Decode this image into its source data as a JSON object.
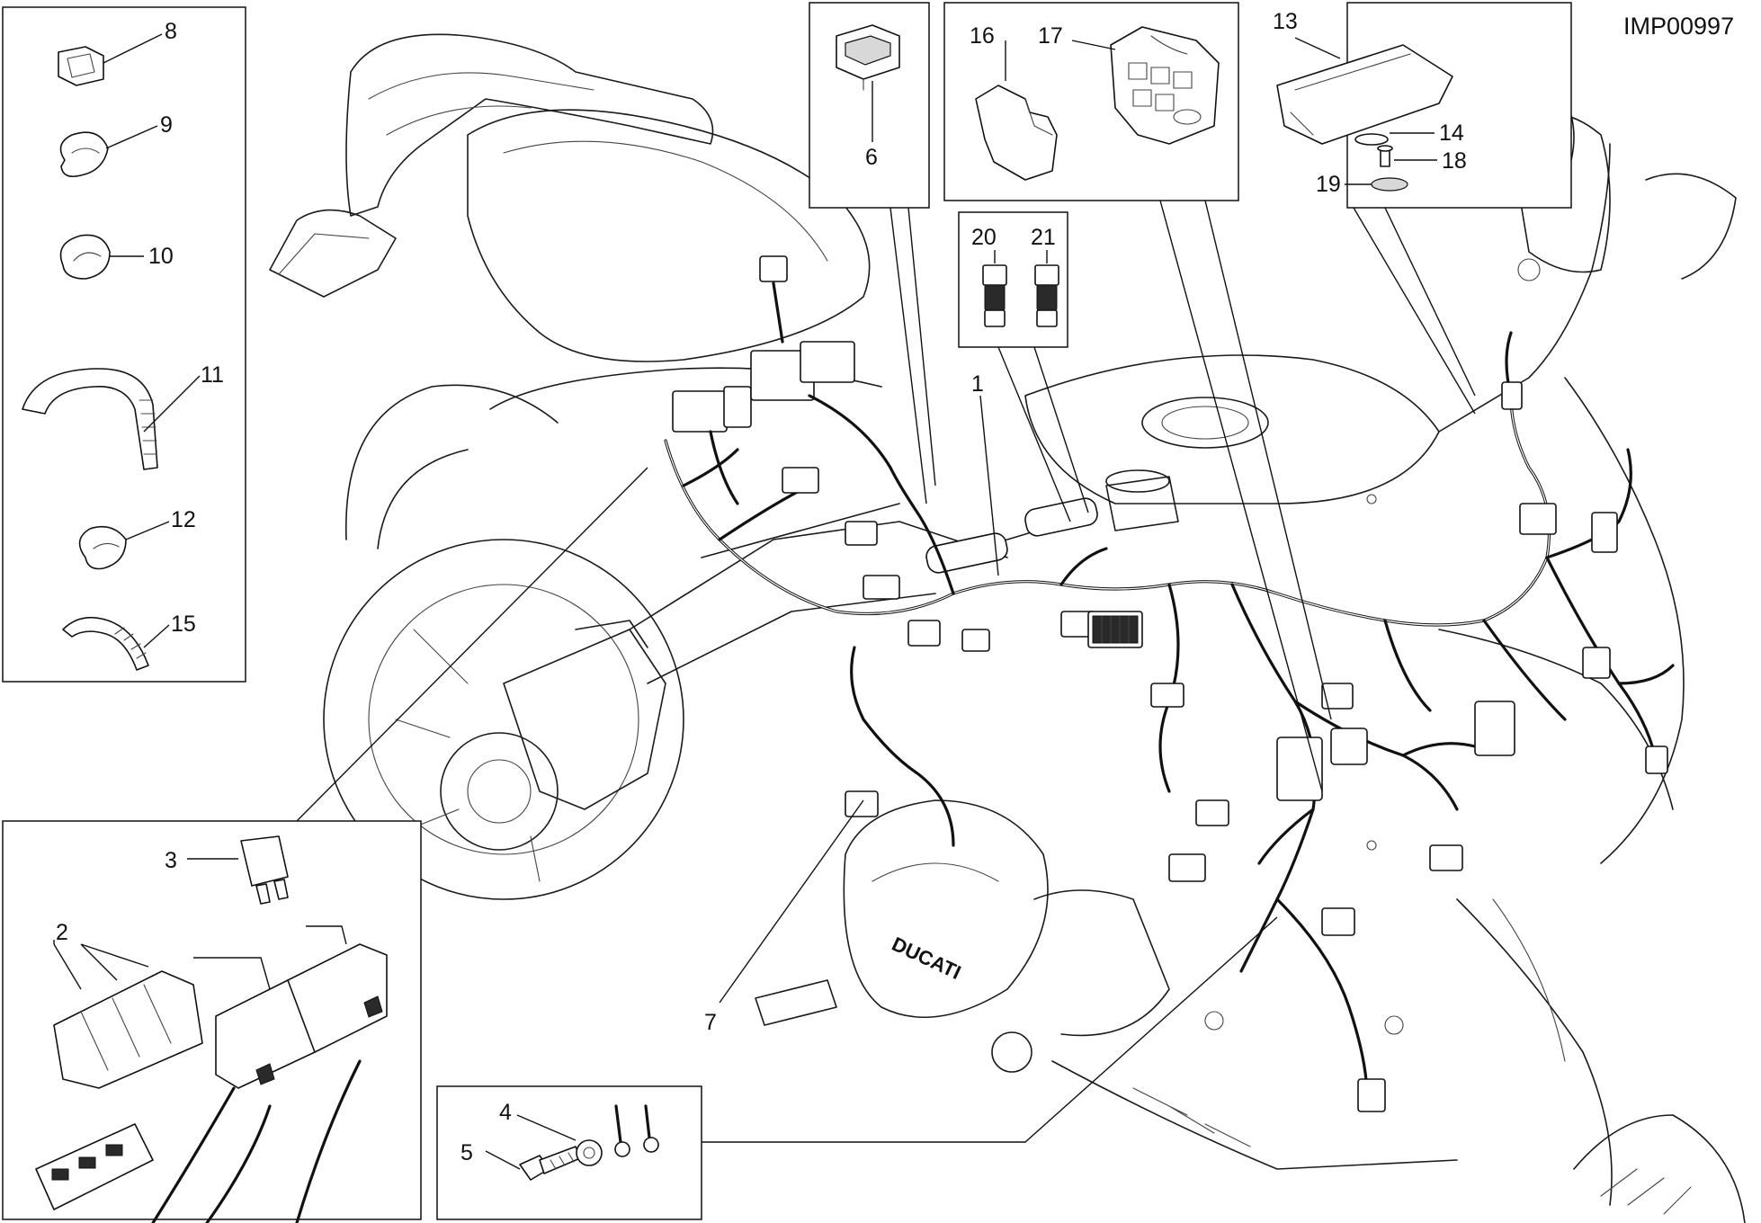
{
  "drawing_code": "IMP00997",
  "callouts": {
    "c1": "1",
    "c2": "2",
    "c3": "3",
    "c4": "4",
    "c5": "5",
    "c6": "6",
    "c7": "7",
    "c8": "8",
    "c9": "9",
    "c10": "10",
    "c11": "11",
    "c12": "12",
    "c13": "13",
    "c14": "14",
    "c15": "15",
    "c16": "16",
    "c17": "17",
    "c18": "18",
    "c19": "19",
    "c20": "20",
    "c21": "21"
  }
}
